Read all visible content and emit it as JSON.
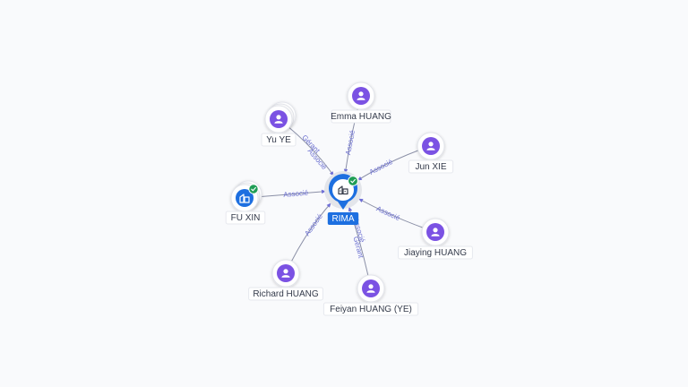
{
  "center": {
    "label": "RIMA",
    "type": "company",
    "verified": true
  },
  "nodes": [
    {
      "id": "emma",
      "label": "Emma HUANG",
      "type": "person",
      "stack": false
    },
    {
      "id": "yu",
      "label": "Yu YE",
      "type": "person",
      "stack": true
    },
    {
      "id": "jun",
      "label": "Jun XIE",
      "type": "person",
      "stack": false
    },
    {
      "id": "fuxin",
      "label": "FU XIN",
      "type": "company",
      "stack": true,
      "verified": true
    },
    {
      "id": "jiaying",
      "label": "Jiaying HUANG",
      "type": "person",
      "stack": false
    },
    {
      "id": "richard",
      "label": "Richard HUANG",
      "type": "person",
      "stack": false
    },
    {
      "id": "feiyan",
      "label": "Feiyan HUANG (YE)",
      "type": "person",
      "stack": false
    }
  ],
  "edges": [
    {
      "node": "emma",
      "labels": [
        "Associé"
      ]
    },
    {
      "node": "yu",
      "labels": [
        "Gérant",
        "Associé"
      ]
    },
    {
      "node": "jun",
      "labels": [
        "Associé"
      ]
    },
    {
      "node": "fuxin",
      "labels": [
        "Associé"
      ]
    },
    {
      "node": "jiaying",
      "labels": [
        "Associé"
      ]
    },
    {
      "node": "richard",
      "labels": [
        "Associé"
      ]
    },
    {
      "node": "feiyan",
      "labels": [
        "Gérant",
        "Associé"
      ]
    }
  ],
  "colors": {
    "person": "#7b52e3",
    "company": "#1d6fe0",
    "verified": "#1f9d55",
    "edge_label": "#6b6fd0"
  }
}
